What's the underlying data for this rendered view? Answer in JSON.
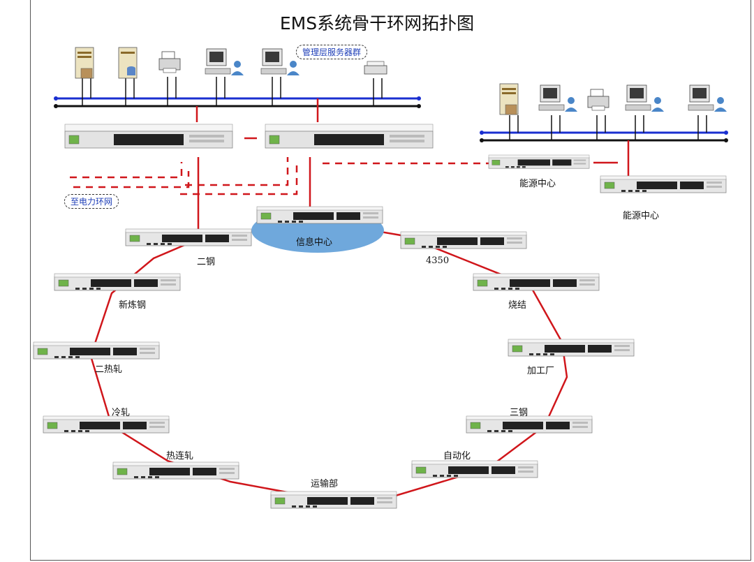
{
  "title": "EMS系统骨干环网拓扑图",
  "management_group_label": "管理层服务器群",
  "power_ring_label": "至电力环网",
  "energy_center_1_label": "能源中心",
  "energy_center_2_label": "能源中心",
  "info_center_label": "信息中心",
  "ring_nodes": [
    {
      "id": "n1",
      "label": "二钢"
    },
    {
      "id": "n2",
      "label": "新炼钢"
    },
    {
      "id": "n3",
      "label": "二热轧"
    },
    {
      "id": "n4",
      "label": "冷轧"
    },
    {
      "id": "n5",
      "label": "热连轧"
    },
    {
      "id": "n6",
      "label": "运输部"
    },
    {
      "id": "n7",
      "label": "自动化"
    },
    {
      "id": "n8",
      "label": "三钢"
    },
    {
      "id": "n9",
      "label": "加工厂"
    },
    {
      "id": "n10",
      "label": "烧结"
    },
    {
      "id": "n11",
      "label": "4350"
    }
  ],
  "colors": {
    "ring": "#d0161b",
    "bus_blue": "#1a2fd0",
    "bus_black": "#111111",
    "ellipse": "#6fa8dc",
    "dashed_link": "#d0161b"
  }
}
